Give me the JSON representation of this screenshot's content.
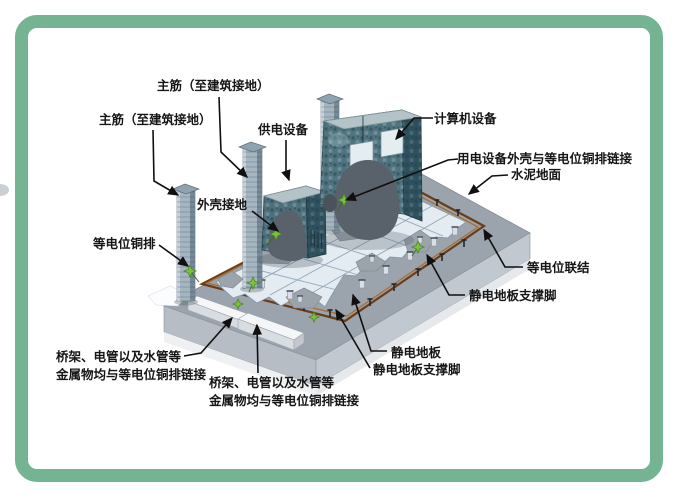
{
  "frame": {
    "border_color": "#74b492",
    "background": "#ffffff"
  },
  "illustration": {
    "colors": {
      "slab_top": "#9ba3ac",
      "slab_side_left": "#b6bdc5",
      "slab_side_right": "#c2c8d0",
      "slab_bottom_strip": "#ecEEF1",
      "tile": "#e4ebf1",
      "tile_grid": "#93a7b7",
      "lifted_tile_gray": "#9ba3ab",
      "copper_busbar_outer": "#6b3c18",
      "copper_busbar_inner": "#a86f38",
      "cabinet_front": "#50747f",
      "cabinet_side": "#2f515d",
      "cabinet_top": "#b4c3c7",
      "cabinet_window": "#e4edf0",
      "arch_shadow": "#59616b",
      "column_body": "#a6b6c1",
      "column_flange": "#768997",
      "clamp_green": "#7dbf3f",
      "tray_white": "#f4f6f7",
      "leader_line": "#101010",
      "label_text": "#161616"
    },
    "labels": {
      "main_rebar_top": "主筋（至建筑接地）",
      "main_rebar_left": "主筋（至建筑接地）",
      "power_equipment": "供电设备",
      "computer_equipment": "计算机设备",
      "shell_to_busbar": "用电设备外壳与等电位铜排链接",
      "cement_floor": "水泥地面",
      "shell_grounding": "外壳接地",
      "equipotential_busbar": "等电位铜排",
      "equipotential_bonding": "等电位联结",
      "pedestal_right": "静电地板支撑脚",
      "static_floor": "静电地板",
      "pedestal_bottom": "静电地板支撑脚",
      "tray_left_1": "桥架、电管以及水管等",
      "tray_left_2": "金属物均与等电位铜排链接",
      "tray_bottom_1": "桥架、电管以及水管等",
      "tray_bottom_2": "金属物均与等电位铜排链接"
    }
  }
}
